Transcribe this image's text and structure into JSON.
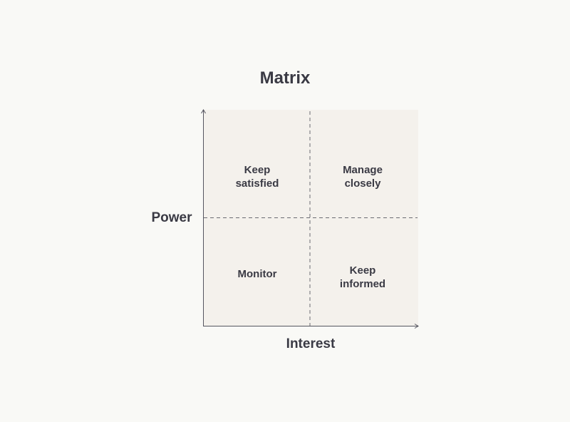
{
  "title": "Matrix",
  "axes": {
    "x_label": "Interest",
    "y_label": "Power"
  },
  "quadrants": {
    "top_left": {
      "line1": "Keep",
      "line2": "satisfied"
    },
    "top_right": {
      "line1": "Manage",
      "line2": "closely"
    },
    "bottom_left": {
      "line1": "Monitor"
    },
    "bottom_right": {
      "line1": "Keep",
      "line2": "informed"
    }
  },
  "colors": {
    "background": "#f9f9f6",
    "matrix_fill": "#f4f1ec",
    "text": "#3a3a44",
    "lines": "#55555f"
  }
}
